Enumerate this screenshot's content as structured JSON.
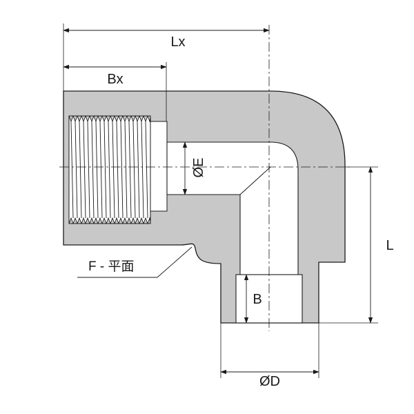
{
  "labels": {
    "lx": "Lx",
    "bx": "Bx",
    "phi_e": "ØE",
    "l": "L",
    "b": "B",
    "phi_d": "ØD",
    "f_flat": "F - 平面"
  },
  "colors": {
    "body": "#c8c8c8",
    "line": "#1a1a1a",
    "background": "#ffffff"
  }
}
